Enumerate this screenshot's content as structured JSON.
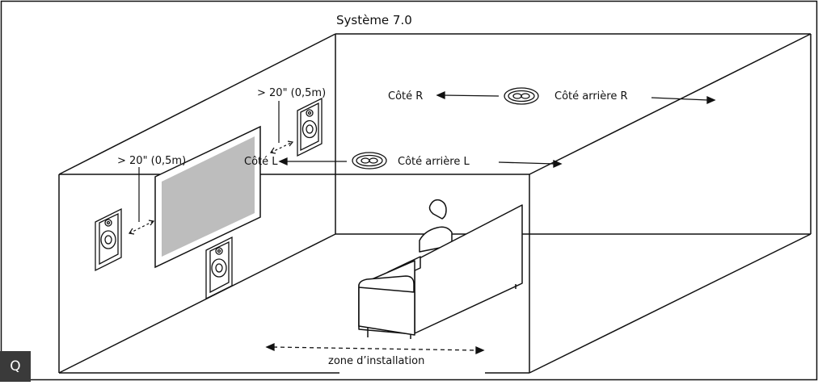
{
  "title": "Système 7.0",
  "labels": {
    "side_r": "Côté R",
    "rear_r": "Côté arrière R",
    "side_l": "Côté L",
    "rear_l": "Côté arrière L",
    "dist_upper": "> 20\" (0,5m)",
    "dist_lower": "> 20\" (0,5m)",
    "zone": "zone d’installation"
  },
  "controls": {
    "zoom_icon": "Q"
  },
  "colors": {
    "line": "#111111",
    "screen": "#bdbdbd",
    "button": "#3a3a3a"
  }
}
